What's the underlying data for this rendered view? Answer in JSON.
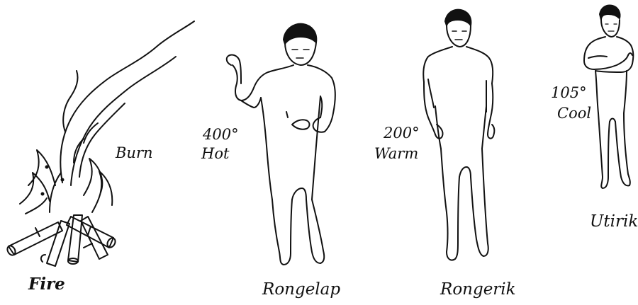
{
  "figures": [
    {
      "caption": "Fire",
      "annotation": "Burn"
    },
    {
      "caption": "Rongelap",
      "temperature": "400°",
      "annotation": "Hot"
    },
    {
      "caption": "Rongerik",
      "temperature": "200°",
      "annotation": "Warm"
    },
    {
      "caption": "Utirik",
      "temperature": "105°",
      "annotation": "Cool"
    }
  ],
  "colors": {
    "ink": "#111111",
    "background": "#ffffff"
  }
}
